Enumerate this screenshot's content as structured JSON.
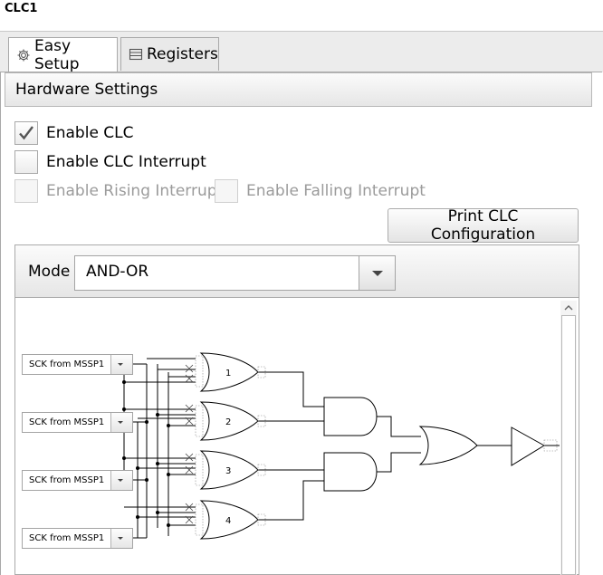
{
  "window": {
    "title": "CLC1"
  },
  "tabs": [
    {
      "label": "Easy Setup",
      "icon": "gear-icon",
      "active": true
    },
    {
      "label": "Registers",
      "icon": "list-icon",
      "active": false
    }
  ],
  "hardware": {
    "title": "Hardware Settings",
    "enable_clc": {
      "label": "Enable CLC",
      "checked": true
    },
    "enable_interrupt": {
      "label": "Enable CLC Interrupt",
      "checked": false
    },
    "rising": {
      "label": "Enable Rising Interrupt",
      "checked": false,
      "disabled": true
    },
    "falling": {
      "label": "Enable Falling Interrupt",
      "checked": false,
      "disabled": true
    },
    "print_button": "Print CLC Configuration"
  },
  "mode": {
    "label": "Mode",
    "value": "AND-OR"
  },
  "diagram": {
    "inputs": [
      "SCK from MSSP1",
      "SCK from MSSP1",
      "SCK from MSSP1",
      "SCK from MSSP1"
    ],
    "gates": [
      "1",
      "2",
      "3",
      "4"
    ]
  }
}
